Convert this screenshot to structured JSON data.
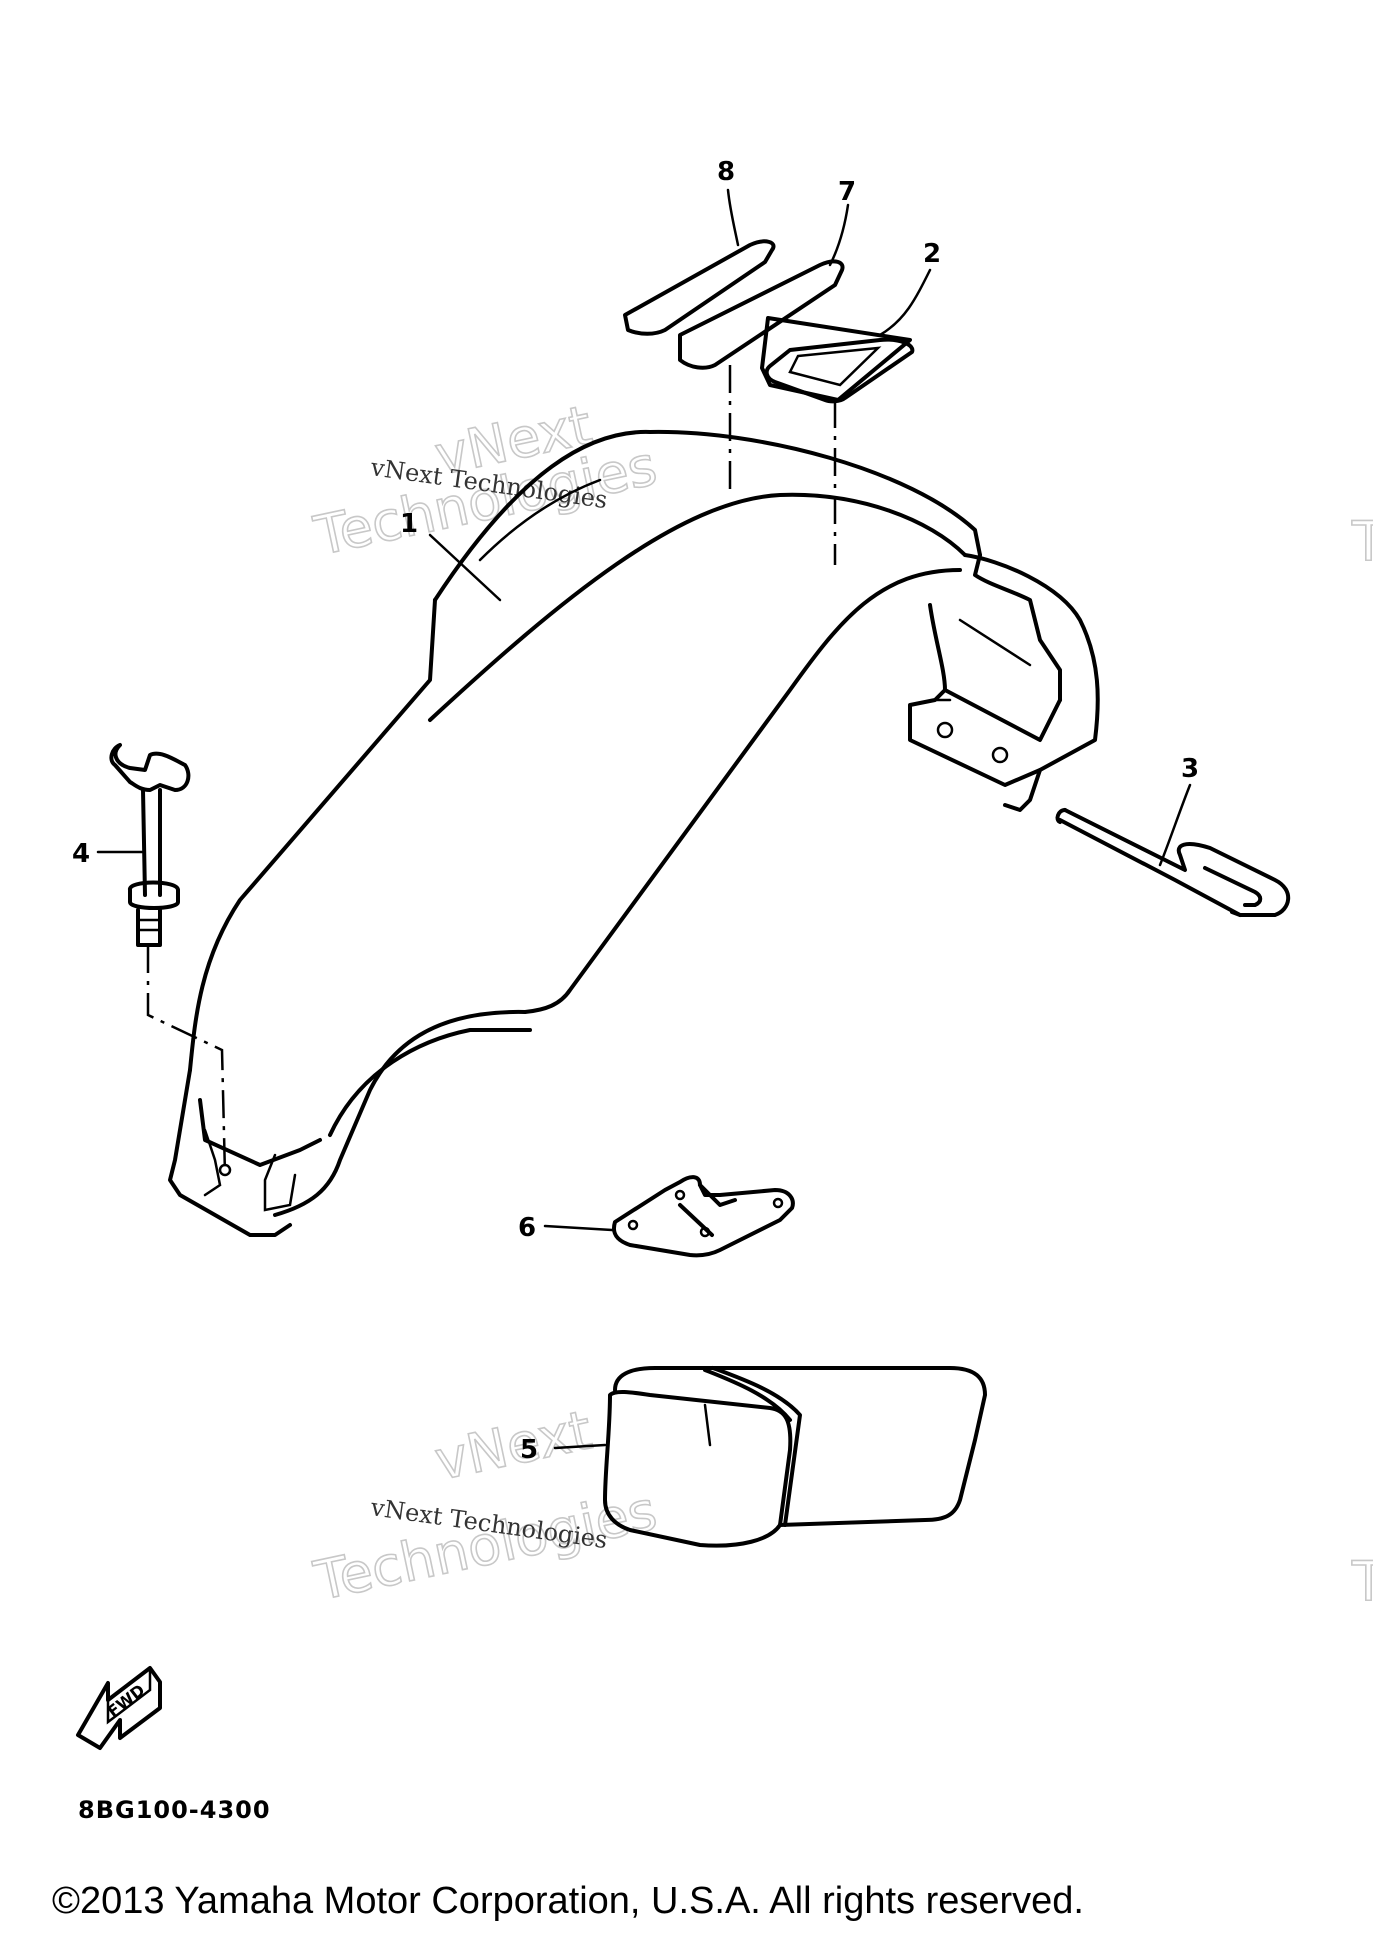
{
  "diagram": {
    "drawing_code": "8BG100-4300",
    "copyright": "©2013 Yamaha Motor Corporation, U.S.A. All rights reserved.",
    "fwd_label": "FWD",
    "callouts": {
      "c1": "1",
      "c2": "2",
      "c3": "3",
      "c4": "4",
      "c5": "5",
      "c6": "6",
      "c7": "7",
      "c8": "8"
    },
    "watermark": {
      "logo_line1": "vNext",
      "logo_line2": "Technologies",
      "caption": "vNext Technologies",
      "edge_fragment": "T"
    }
  }
}
